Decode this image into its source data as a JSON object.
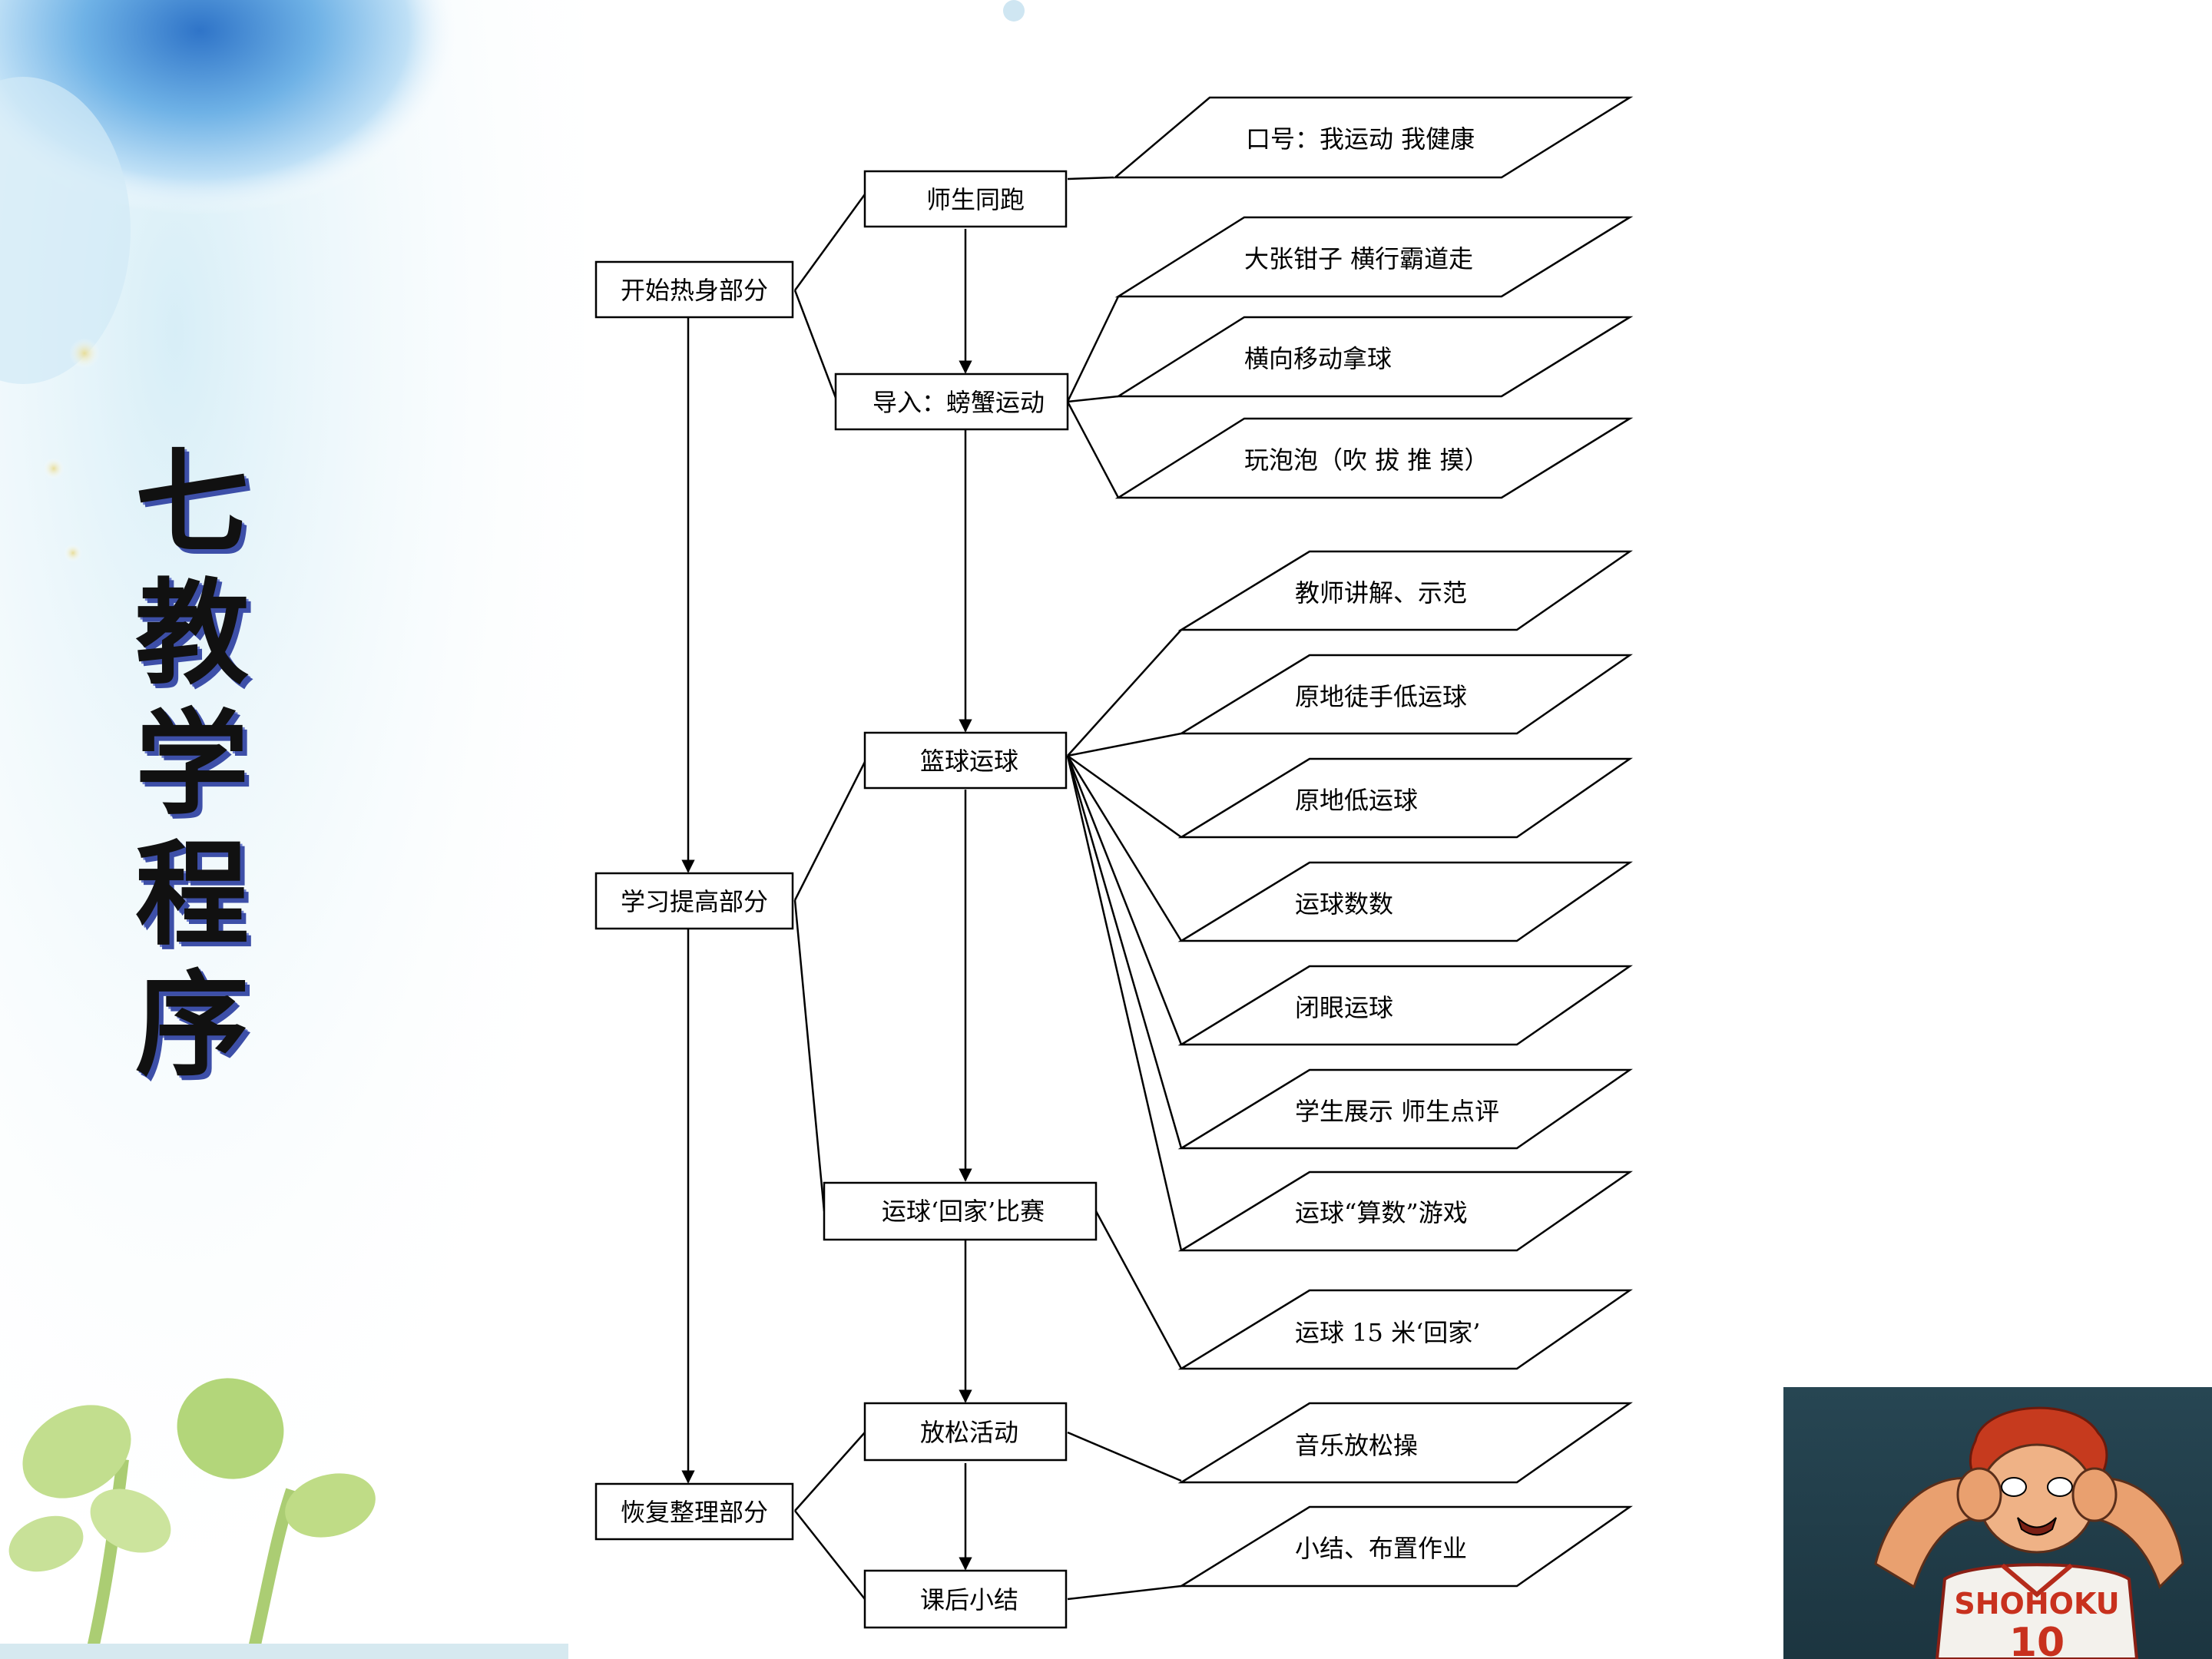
{
  "title": "七教学程序",
  "title_chars": [
    "七",
    "教",
    "学",
    "程",
    "序"
  ],
  "sections": {
    "warmup": "开始热身部分",
    "learn": "学习提高部分",
    "recover": "恢复整理部分"
  },
  "steps": {
    "run": "师生同跑",
    "intro": "导入：螃蟹运动",
    "dribble": "篮球运球",
    "game": "运球‘回家’比赛",
    "relax": "放松活动",
    "summary": "课后小结"
  },
  "details": {
    "slogan": "口号：我运动 我健康",
    "crab_walk": "大张钳子 横行霸道走",
    "lateral_ball": "横向移动拿球",
    "bubbles": "玩泡泡（吹 拔 推 摸）",
    "teacher_demo": "教师讲解、示范",
    "bare_hand": "原地徒手低运球",
    "low_dribble": "原地低运球",
    "count_dribble": "运球数数",
    "eyes_closed": "闭眼运球",
    "showcase": "学生展示 师生点评",
    "math_game": "运球“算数”游戏",
    "home_15m": "运球 15 米‘回家’",
    "music_relax": "音乐放松操",
    "homework": "小结、布置作业"
  },
  "picture": {
    "jersey_text": "SHOHOKU",
    "jersey_number": "10"
  },
  "colors": {
    "line": "#000000",
    "title_shadow": "#3d4fa8",
    "sky_blue": "#6fb2e6",
    "leaf_green": "#9cc45a"
  }
}
